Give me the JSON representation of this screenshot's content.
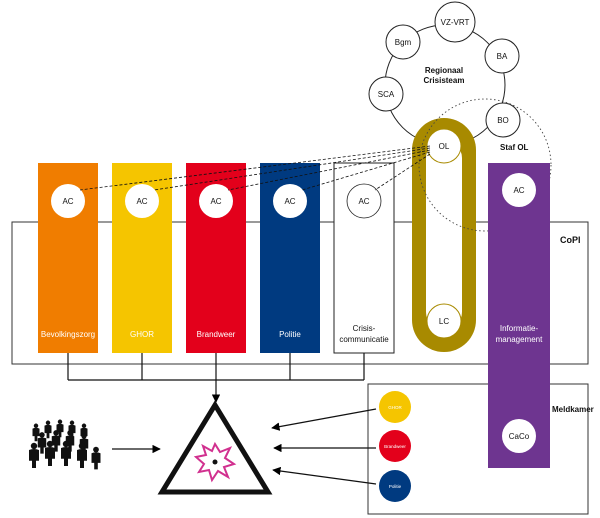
{
  "regional_team": {
    "title_line1": "Regionaal",
    "title_line2": "Crisisteam",
    "members": [
      "Bgm",
      "VZ-VRT",
      "BA",
      "BO",
      "SCA"
    ]
  },
  "ol_label": "OL",
  "lc_label": "LC",
  "staf_ol_label": "Staf OL",
  "copi_label": "CoPI",
  "meldkamer_label": "Meldkamer",
  "columns": [
    {
      "ac": "AC",
      "label": "Bevolkingszorg",
      "color": "#f07d00"
    },
    {
      "ac": "AC",
      "label": "GHOR",
      "color": "#f5c500"
    },
    {
      "ac": "AC",
      "label": "Brandweer",
      "color": "#e3001b"
    },
    {
      "ac": "AC",
      "label": "Politie",
      "color": "#003a80"
    },
    {
      "ac": "AC",
      "label_line1": "Crisis-",
      "label_line2": "communicatie",
      "color": "#ffffff"
    }
  ],
  "info_column": {
    "ac": "AC",
    "label_line1": "Informatie-",
    "label_line2": "management",
    "caco": "CaCo",
    "color": "#6e3590"
  },
  "ol_color": "#a88a00",
  "meldkamer_items": [
    {
      "label": "GHOR",
      "color": "#f5c500"
    },
    {
      "label": "Brandweer",
      "color": "#e3001b"
    },
    {
      "label": "Politie",
      "color": "#003a80"
    }
  ]
}
